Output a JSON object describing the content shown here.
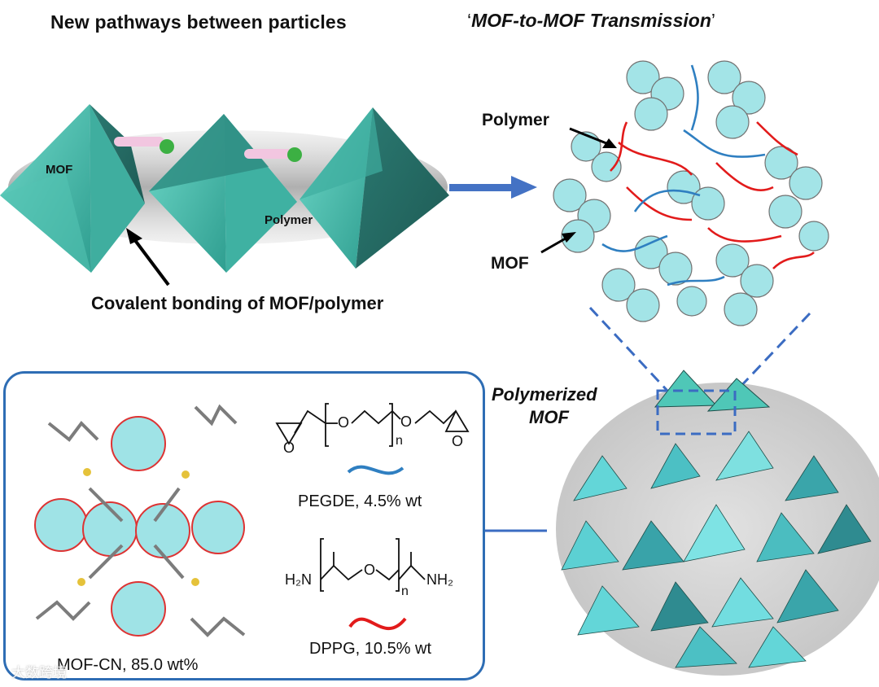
{
  "header": {
    "left_title": "New pathways between particles",
    "right_title_quote_open": "‘",
    "right_title": "MOF-to-MOF Transmission",
    "right_title_quote_close": "’"
  },
  "top_left": {
    "mof_label": "MOF",
    "polymer_label": "Polymer",
    "caption": "Covalent bonding of MOF/polymer"
  },
  "top_right": {
    "polymer_label": "Polymer",
    "mof_label": "MOF"
  },
  "bottom_right": {
    "label_line1": "Polymerized",
    "label_line2": "MOF"
  },
  "inset": {
    "mof_caption": "MOF-CN, 85.0 wt%",
    "pegde_caption": "PEGDE, 4.5% wt",
    "dppg_caption": "DPPG, 10.5% wt",
    "chem": {
      "o": "O",
      "n": "n",
      "h2n": "H₂N",
      "nh2": "NH₂"
    }
  },
  "watermark": "大数跨境",
  "colors": {
    "mof_teal": "#4fc7b7",
    "mof_dark": "#2c6f67",
    "arrow_blue": "#4472c4",
    "box_blue": "#2e6db4",
    "pegde_blue": "#2f7fc1",
    "dppg_red": "#e21b1b"
  }
}
